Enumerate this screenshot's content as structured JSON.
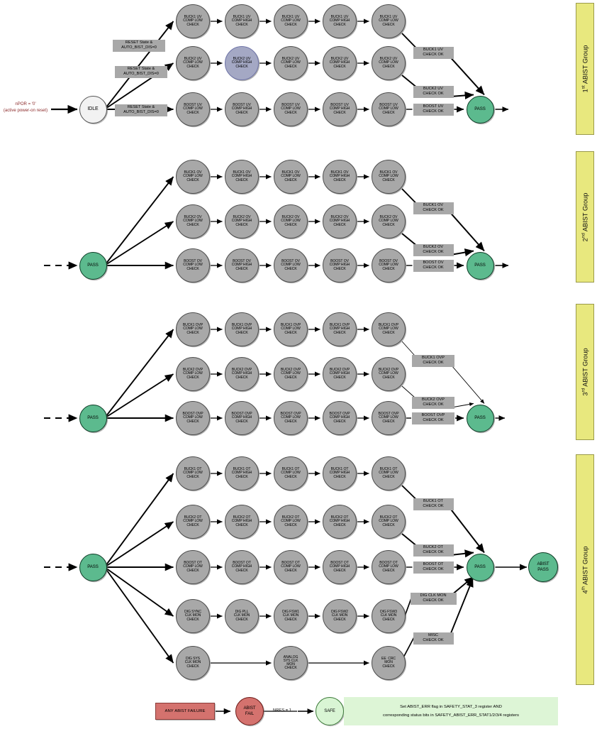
{
  "diagram": {
    "title": "ABIST (Analog Built-In Self Test) state machine",
    "colors": {
      "check_node": "#a8a8a8",
      "check_node_highlight": "#a4a8c4",
      "pass_node": "#5cba8e",
      "fail_node": "#d4726e",
      "safe_node": "#d9f5d4",
      "idle_node": "#f2f2f2",
      "group_bar": "#e8e87e",
      "note_box": "#ddf5d6",
      "npor_text": "#8c2b2b"
    }
  },
  "entry": {
    "npor_line1": "nPOR = '0'",
    "npor_line2": "(active power-on reset)",
    "idle_label": "IDLE"
  },
  "transition_labels": {
    "reset_state": "RESET State &",
    "auto_bist_dis": "AUTO_BIST_DIS=0",
    "nres": "NRES = 1"
  },
  "groups": [
    {
      "bar_label": "1",
      "bar_sup": "st",
      "bar_suffix": " ABIST Group",
      "pass_label": "PASS",
      "rows": [
        {
          "nodes": [
            "BUCK1 UV\nCOMP LOW\nCHECK",
            "BUCK1 UV\nCOMP HIGH\nCHECK",
            "BUCK1 UV\nCOMP LOW\nCHECK",
            "BUCK1 UV\nCOMP HIGH\nCHECK",
            "BUCK1 UV\nCOMP LOW\nCHECK"
          ],
          "ok_label": "BUCK1 UV\nCHECK OK"
        },
        {
          "nodes": [
            "BUCK2 UV\nCOMP LOW\nCHECK",
            "BUCK2 UV\nCOMP HIGH\nCHECK",
            "BUCK2 UV\nCOMP LOW\nCHECK",
            "BUCK2 UV\nCOMP HIGH\nCHECK",
            "BUCK2 UV\nCOMP LOW\nCHECK"
          ],
          "ok_label": "BUCK2 UV\nCHECK OK",
          "highlight_index": 1
        },
        {
          "nodes": [
            "BOOST UV\nCOMP LOW\nCHECK",
            "BOOST UV\nCOMP HIGH\nCHECK",
            "BOOST UV\nCOMP LOW\nCHECK",
            "BOOST UV\nCOMP HIGH\nCHECK",
            "BOOST UV\nCOMP LOW\nCHECK"
          ],
          "ok_label": "BOOST UV\nCHECK OK"
        }
      ]
    },
    {
      "bar_label": "2",
      "bar_sup": "nd",
      "bar_suffix": " ABIST Group",
      "pass_label": "PASS",
      "source_label": "PASS",
      "rows": [
        {
          "nodes": [
            "BUCK1 OV\nCOMP LOW\nCHECK",
            "BUCK1 OV\nCOMP HIGH\nCHECK",
            "BUCK1 OV\nCOMP LOW\nCHECK",
            "BUCK1 OV\nCOMP HIGH\nCHECK",
            "BUCK1 OV\nCOMP LOW\nCHECK"
          ],
          "ok_label": "BUCK1 OV\nCHECK OK"
        },
        {
          "nodes": [
            "BUCK2 OV\nCOMP LOW\nCHECK",
            "BUCK2 OV\nCOMP HIGH\nCHECK",
            "BUCK2 OV\nCOMP LOW\nCHECK",
            "BUCK2 OV\nCOMP HIGH\nCHECK",
            "BUCK2 OV\nCOMP LOW\nCHECK"
          ],
          "ok_label": "BUCK2 OV\nCHECK OK"
        },
        {
          "nodes": [
            "BOOST OV\nCOMP LOW\nCHECK",
            "BOOST OV\nCOMP HIGH\nCHECK",
            "BOOST OV\nCOMP LOW\nCHECK",
            "BOOST OV\nCOMP HIGH\nCHECK",
            "BOOST OV\nCOMP LOW\nCHECK"
          ],
          "ok_label": "BOOST OV\nCHECK OK"
        }
      ]
    },
    {
      "bar_label": "3",
      "bar_sup": "rd",
      "bar_suffix": " ABIST Group",
      "pass_label": "PASS",
      "source_label": "PASS",
      "rows": [
        {
          "nodes": [
            "BUCK1 OVP\nCOMP LOW\nCHECK",
            "BUCK1 OVP\nCOMP HIGH\nCHECK",
            "BUCK1 OVP\nCOMP LOW\nCHECK",
            "BUCK1 OVP\nCOMP HIGH\nCHECK",
            "BUCK1 OVP\nCOMP LOW\nCHECK"
          ],
          "ok_label": "BUCK1 OVP\nCHECK OK"
        },
        {
          "nodes": [
            "BUCK2 OVP\nCOMP LOW\nCHECK",
            "BUCK2 OVP\nCOMP HIGH\nCHECK",
            "BUCK2 OVP\nCOMP LOW\nCHECK",
            "BUCK2 OVP\nCOMP HIGH\nCHECK",
            "BUCK2 OVP\nCOMP LOW\nCHECK"
          ],
          "ok_label": "BUCK2 OVP\nCHECK OK"
        },
        {
          "nodes": [
            "BOOST OVP\nCOMP LOW\nCHECK",
            "BOOST OVP\nCOMP HIGH\nCHECK",
            "BOOST OVP\nCOMP LOW\nCHECK",
            "BOOST OVP\nCOMP HIGH\nCHECK",
            "BOOST OVP\nCOMP LOW\nCHECK"
          ],
          "ok_label": "BOOST OVP\nCHECK OK"
        }
      ]
    },
    {
      "bar_label": "4",
      "bar_sup": "th",
      "bar_suffix": " ABIST Group",
      "pass_label": "PASS",
      "source_label": "PASS",
      "final_label": "ABIST\nPASS",
      "rows": [
        {
          "nodes": [
            "BUCK1 OT\nCOMP LOW\nCHECK",
            "BUCK1 OT\nCOMP HIGH\nCHECK",
            "BUCK1 OT\nCOMP LOW\nCHECK",
            "BUCK1 OT\nCOMP HIGH\nCHECK",
            "BUCK1 OT\nCOMP LOW\nCHECK"
          ],
          "ok_label": "BUCK1 OT\nCHECK OK"
        },
        {
          "nodes": [
            "BUCK2 OT\nCOMP LOW\nCHECK",
            "BUCK2 OT\nCOMP HIGH\nCHECK",
            "BUCK2 OT\nCOMP LOW\nCHECK",
            "BUCK2 OT\nCOMP HIGH\nCHECK",
            "BUCK2 OT\nCOMP LOW\nCHECK"
          ],
          "ok_label": "BUCK2 OT\nCHECK OK"
        },
        {
          "nodes": [
            "BOOST OT\nCOMP LOW\nCHECK",
            "BOOST OT\nCOMP HIGH\nCHECK",
            "BOOST OT\nCOMP LOW\nCHECK",
            "BOOST OT\nCOMP HIGH\nCHECK",
            "BOOST OT\nCOMP LOW\nCHECK"
          ],
          "ok_label": "BOOST OT\nCHECK OK"
        },
        {
          "nodes": [
            "DIG SYNC\nCLK MON\nCHECK",
            "DIG PLL\nCLK MON\nCHECK",
            "DIG FSW1\nCLK MON\nCHECK",
            "DIG FSW2\nCLK MON\nCHECK",
            "DIG FSW3\nCLK MON\nCHECK"
          ],
          "ok_label": "DIG CLK MON\nCHECK OK"
        },
        {
          "nodes": [
            "DIG SYS\nCLK MON\nCHECK",
            "ANALOG\nSYS CLK\nMON\nCHECK",
            "EE  CRC\nMON\nCHECK"
          ],
          "ok_label": "MISC\nCHECK OK"
        }
      ]
    }
  ],
  "failure_path": {
    "failure_box": "ANY ABIST FAILURE",
    "fail_node": "ABIST\nFAIL",
    "nres_label": "NRES = 1",
    "safe_node": "SAFE",
    "note_line1": "Set ABIST_ERR flag in SAFETY_STAT_3 register AND",
    "note_line2": "corresponding status bits in SAFETY_ABIST_ERR_STAT1/2/3/4 registers"
  }
}
